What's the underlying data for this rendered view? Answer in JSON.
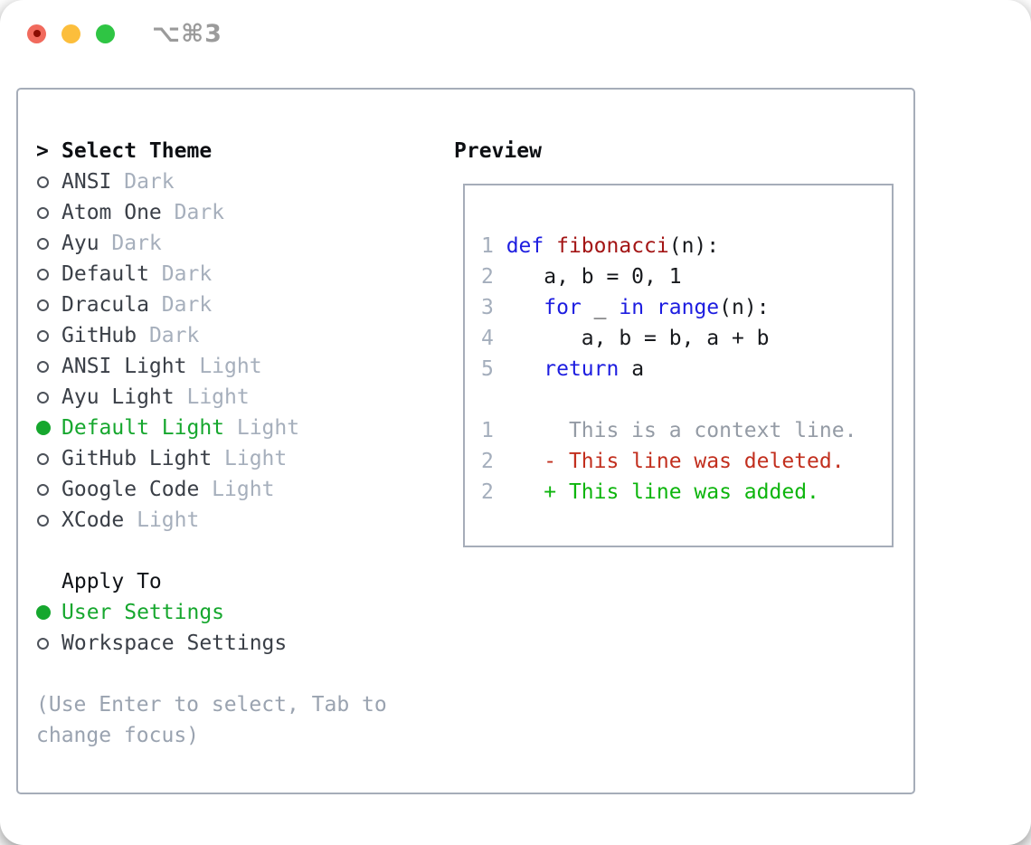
{
  "window": {
    "title": "⌥⌘3",
    "traffic_lights": [
      "close",
      "minimize",
      "zoom"
    ]
  },
  "colors": {
    "selection_green": "#16a72e",
    "keyword_blue": "#1d1de0",
    "function_red": "#a31515",
    "diff_deleted_red": "#c22f1e",
    "diff_added_green": "#0db50d",
    "muted_gray": "#a6afbc",
    "border_gray": "#a6adb9"
  },
  "sidebar": {
    "header": "Select Theme",
    "header_caret": ">",
    "themes": [
      {
        "name": "ANSI",
        "variant": "Dark",
        "selected": false
      },
      {
        "name": "Atom One",
        "variant": "Dark",
        "selected": false
      },
      {
        "name": "Ayu",
        "variant": "Dark",
        "selected": false
      },
      {
        "name": "Default",
        "variant": "Dark",
        "selected": false
      },
      {
        "name": "Dracula",
        "variant": "Dark",
        "selected": false
      },
      {
        "name": "GitHub",
        "variant": "Dark",
        "selected": false
      },
      {
        "name": "ANSI Light",
        "variant": "Light",
        "selected": false
      },
      {
        "name": "Ayu Light",
        "variant": "Light",
        "selected": false
      },
      {
        "name": "Default Light",
        "variant": "Light",
        "selected": true
      },
      {
        "name": "GitHub Light",
        "variant": "Light",
        "selected": false
      },
      {
        "name": "Google Code",
        "variant": "Light",
        "selected": false
      },
      {
        "name": "XCode",
        "variant": "Light",
        "selected": false
      }
    ],
    "apply_to": {
      "label": "Apply To",
      "options": [
        {
          "label": "User Settings",
          "selected": true
        },
        {
          "label": "Workspace Settings",
          "selected": false
        }
      ]
    },
    "hint": "(Use Enter to select, Tab to change focus)"
  },
  "preview": {
    "label": "Preview",
    "lines": [
      {
        "segments": [
          [
            "1 ",
            "num"
          ],
          [
            "def",
            "kw"
          ],
          [
            " ",
            "plain"
          ],
          [
            "fibonacci",
            "fn"
          ],
          [
            "(n):",
            "plain"
          ]
        ]
      },
      {
        "segments": [
          [
            "2 ",
            "num"
          ],
          [
            "   a, b = 0, 1",
            "plain"
          ]
        ]
      },
      {
        "segments": [
          [
            "3 ",
            "num"
          ],
          [
            "   ",
            "plain"
          ],
          [
            "for",
            "kw"
          ],
          [
            " _ ",
            "plain"
          ],
          [
            "in",
            "kw"
          ],
          [
            " ",
            "plain"
          ],
          [
            "range",
            "kw"
          ],
          [
            "(n):",
            "plain"
          ]
        ]
      },
      {
        "segments": [
          [
            "4 ",
            "num"
          ],
          [
            "      a, b = b, a + b",
            "plain"
          ]
        ]
      },
      {
        "segments": [
          [
            "5 ",
            "num"
          ],
          [
            "   ",
            "plain"
          ],
          [
            "return",
            "kw"
          ],
          [
            " a",
            "plain"
          ]
        ]
      },
      {
        "segments": []
      },
      {
        "segments": [
          [
            "1",
            "num"
          ],
          [
            "      This is a context line.",
            "ctx"
          ]
        ]
      },
      {
        "segments": [
          [
            "2",
            "num"
          ],
          [
            "    ",
            "plain"
          ],
          [
            "- This line was deleted.",
            "del"
          ]
        ]
      },
      {
        "segments": [
          [
            "2",
            "num"
          ],
          [
            "    ",
            "plain"
          ],
          [
            "+ This line was added.",
            "add"
          ]
        ]
      }
    ]
  }
}
